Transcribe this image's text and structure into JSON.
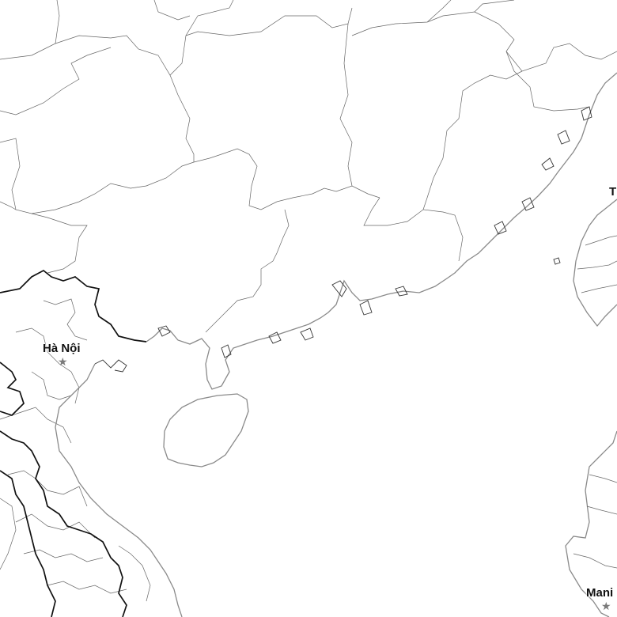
{
  "map": {
    "background": "#ffffff",
    "coast_color": "#8a8a8a",
    "border_color": "#111111",
    "province_color": "#666666",
    "cities": [
      {
        "name": "Hà Nội",
        "capital": true,
        "icon": "star-icon"
      },
      {
        "name": "Mani",
        "capital": true,
        "icon": "star-icon"
      },
      {
        "name": "T",
        "capital": false
      }
    ]
  }
}
